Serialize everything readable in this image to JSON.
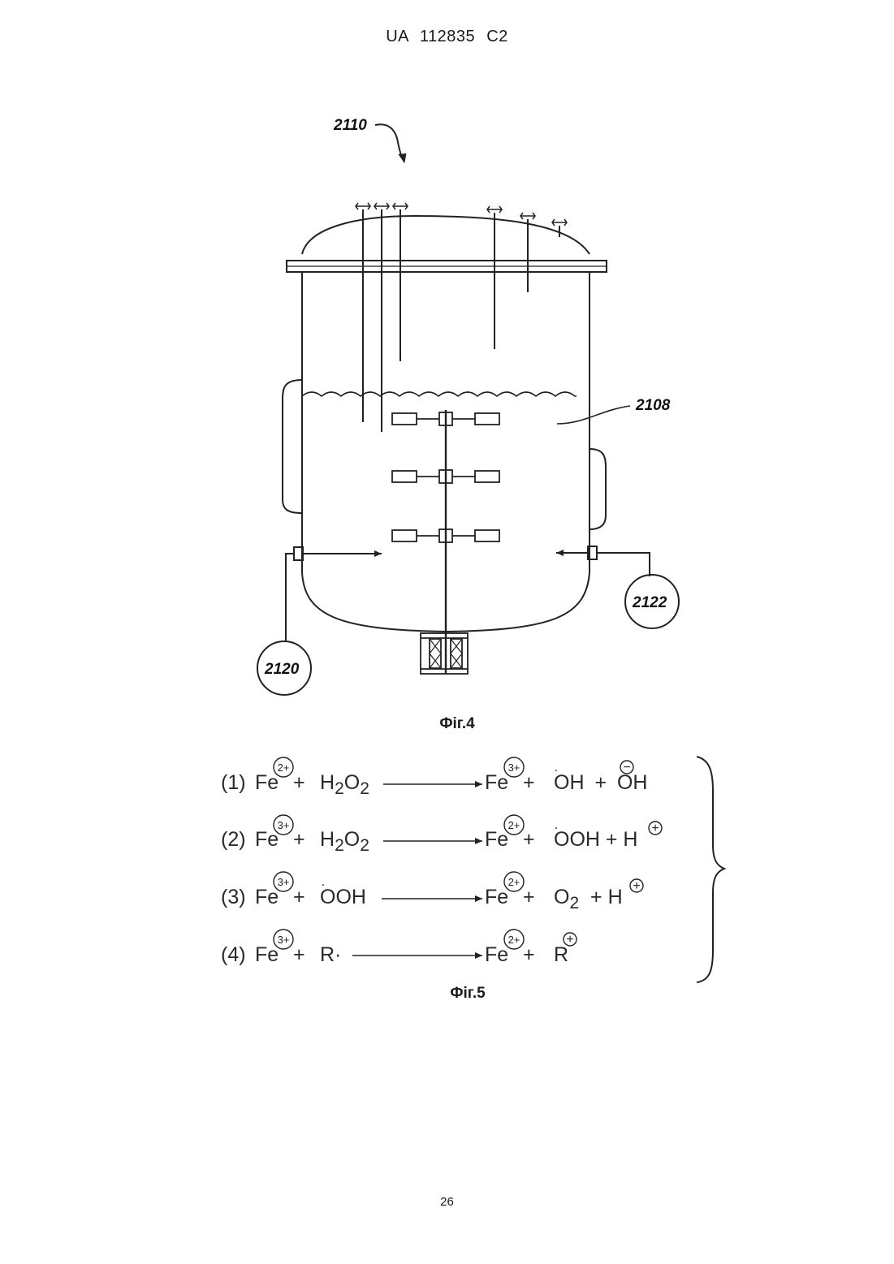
{
  "header": {
    "text": "UA   112835   C2"
  },
  "figure4": {
    "caption": "Фіг.4",
    "refs": {
      "apparatus": "2110",
      "liquid": "2108",
      "left_unit": "2120",
      "right_unit": "2122"
    }
  },
  "figure5": {
    "caption": "Фіг.5",
    "equations": [
      {
        "num": "(1)",
        "left_ion": "Fe",
        "left_charge": "2+",
        "reactant": "H2O2",
        "right_ion": "Fe",
        "right_charge": "3+",
        "products": "OH  +  OH",
        "product_charges": [
          ".",
          "−"
        ]
      },
      {
        "num": "(2)",
        "left_ion": "Fe",
        "left_charge": "3+",
        "reactant": "H2O2",
        "right_ion": "Fe",
        "right_charge": "2+",
        "products": "OOH + H",
        "product_charges": [
          ".",
          "+"
        ]
      },
      {
        "num": "(3)",
        "left_ion": "Fe",
        "left_charge": "3+",
        "reactant": "OOH",
        "right_ion": "Fe",
        "right_charge": "2+",
        "products": "O2  + H",
        "product_charges": [
          ".",
          "+"
        ]
      },
      {
        "num": "(4)",
        "left_ion": "Fe",
        "left_charge": "3+",
        "reactant": "R·",
        "right_ion": "Fe",
        "right_charge": "2+",
        "products": "R",
        "product_charges": [
          "+"
        ]
      }
    ]
  },
  "page_number": "26"
}
